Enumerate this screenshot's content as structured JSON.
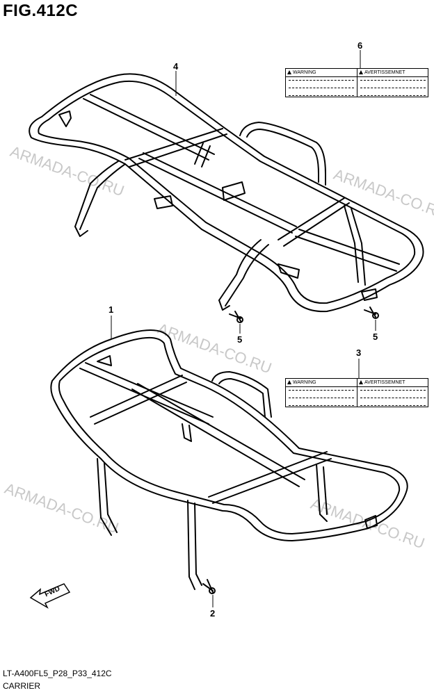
{
  "figure": {
    "title": "FIG.412C"
  },
  "footer": {
    "code": "LT-A400FL5_P28_P33_412C",
    "name": "CARRIER"
  },
  "callouts": [
    "4",
    "6",
    "5",
    "5",
    "1",
    "3",
    "2"
  ],
  "warning_label": {
    "left": "WARNING",
    "right": "AVERTISSEMNET"
  },
  "watermark": "ARMADA-CO.RU",
  "fwd": "FWD"
}
